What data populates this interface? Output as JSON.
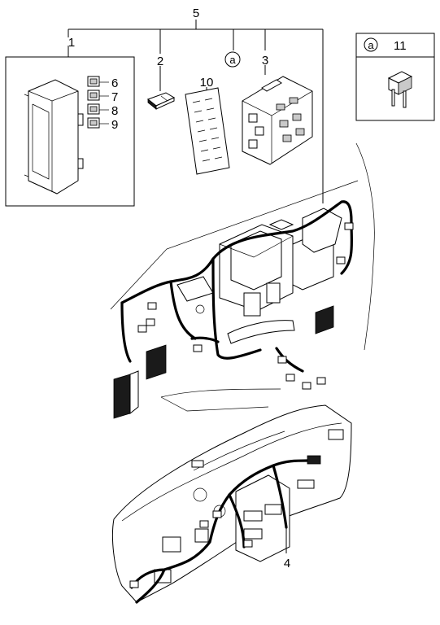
{
  "callouts": {
    "c1": "1",
    "c2": "2",
    "c3": "3",
    "c4": "4",
    "c5": "5",
    "c6": "6",
    "c7": "7",
    "c8": "8",
    "c9": "9",
    "c10": "10",
    "c11": "11"
  },
  "reference_mark": "a",
  "colors": {
    "line": "#000000",
    "background": "#ffffff",
    "fill_dark": "#1a1a1a",
    "fill_grey": "#c9c9c9"
  }
}
